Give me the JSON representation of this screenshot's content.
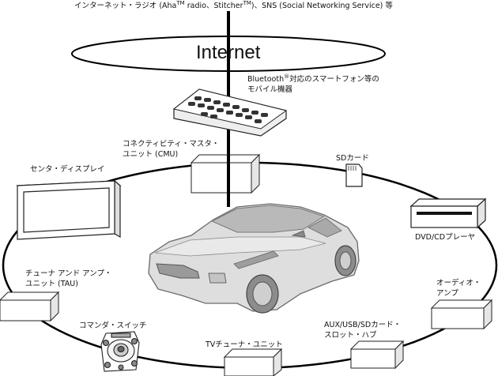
{
  "top_caption": {
    "pre": "インターネット・ラジオ (Aha",
    "tm1": "TM",
    "mid": " radio、Stitcher",
    "tm2": "TM",
    "post": ")、SNS (Social Networking Service) 等"
  },
  "internet_label": "Internet",
  "phone_caption": {
    "line1_pre": "Bluetooth",
    "registered": "®",
    "line1_post": "対応のスマートフォン等の",
    "line2": "モバイル機器"
  },
  "cmu_caption": {
    "line1": "コネクティビティ・マスタ・",
    "line2": "ユニット (CMU)"
  },
  "sd_caption": "SDカード",
  "center_display_caption": "センタ・ディスプレイ",
  "dvd_caption": "DVD/CDプレーヤ",
  "tuner_amp_caption": {
    "line1": "チューナ アンド アンプ・",
    "line2": "ユニット (TAU)"
  },
  "audio_amp_caption": {
    "line1": "オーディオ・",
    "line2": "アンプ"
  },
  "commander_caption": "コマンダ・スイッチ",
  "tv_tuner_caption": "TVチューナ・ユニット",
  "aux_hub_caption": {
    "line1": "AUX/USB/SDカード・",
    "line2": "スロット・ハブ"
  }
}
